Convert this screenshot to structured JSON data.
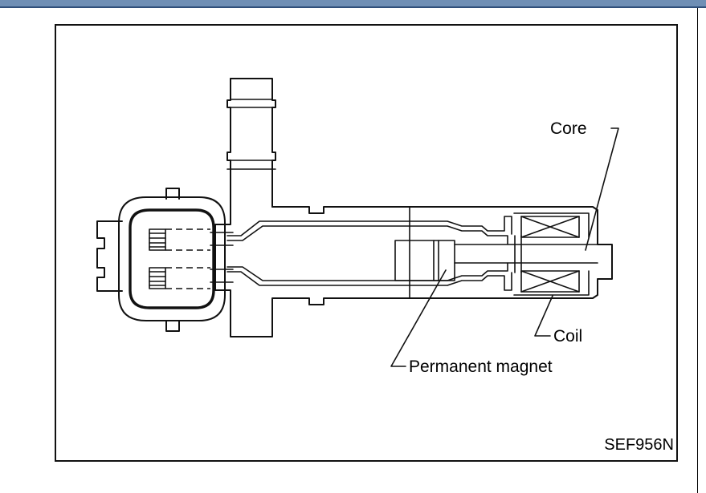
{
  "labels": {
    "core": "Core",
    "coil": "Coil",
    "permanent_magnet": "Permanent magnet"
  },
  "figure_code": "SEF956N",
  "colors": {
    "top_band": "#6f8fb5",
    "line": "#111111"
  },
  "icons": [
    "sensor-housing-icon",
    "connector-icon",
    "coil-winding-icon"
  ]
}
